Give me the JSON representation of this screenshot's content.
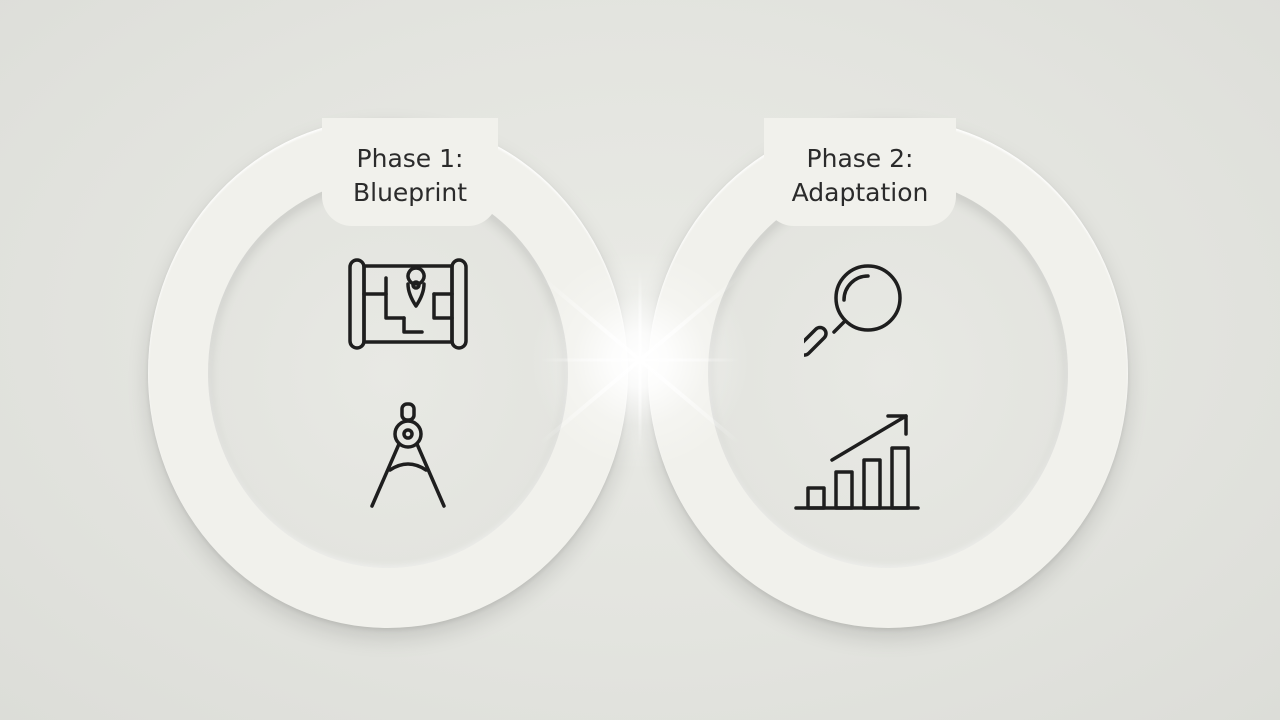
{
  "phases": [
    {
      "title_line1": "Phase 1:",
      "title_line2": "Blueprint",
      "icons": [
        "blueprint-map-icon",
        "drafting-compass-icon"
      ]
    },
    {
      "title_line1": "Phase 2:",
      "title_line2": "Adaptation",
      "icons": [
        "magnifying-glass-icon",
        "growth-chart-icon"
      ]
    }
  ],
  "colors": {
    "ring": "#f1f1ec",
    "background": "#e3e4df",
    "icon_stroke": "#1e1e1e",
    "text": "#2b2b2b"
  }
}
